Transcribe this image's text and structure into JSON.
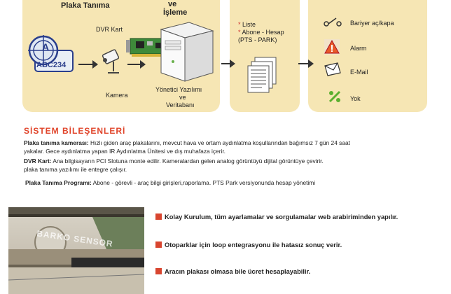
{
  "diagram": {
    "headings": {
      "plate": "Plaka Tanıma",
      "processing_top": "ve",
      "processing_bottom": "İşleme"
    },
    "labels": {
      "dvr_card": "DVR Kart",
      "camera": "Kamera",
      "software_1": "Yönetici Yazılımı",
      "software_2": "ve",
      "software_3": "Veritabanı"
    },
    "plate_text": "ABC234",
    "report_list": [
      "Liste",
      "Abone - Hesap",
      "(PTS - PARK)"
    ],
    "outputs": [
      {
        "icon": "barrier-icon",
        "label": "Bariyer aç/kapa"
      },
      {
        "icon": "alarm-icon",
        "label": "Alarm"
      },
      {
        "icon": "email-icon",
        "label": "E-Mail"
      },
      {
        "icon": "none-icon",
        "label": "Yok"
      }
    ]
  },
  "system": {
    "title": "SİSTEM BİLEŞENLERİ",
    "camera_title": "Plaka tanıma kamerası:",
    "camera_text_1": " Hızlı giden araç plakalarını, mevcut hava ve ortam aydınlatma koşullarından bağımsız 7 gün 24 saat",
    "camera_text_2": "yakalar. Gece aydınlatma yapan IR Aydınlatma Ünitesi ve dış muhafaza içerir.",
    "dvr_title": "DVR Kart:",
    "dvr_text_1": " Ana bilgisayarın PCI Slotuna monte edilir. Kameralardan gelen analog görüntüyü dijital görüntüye çevirir.",
    "dvr_text_2": "plaka tanıma yazılımı ile entegre çalışır.",
    "program_title": "Plaka Tanıma Programı:",
    "program_text": " Abone - görevli - araç bilgi girişleri,raporlama. PTS Park versiyonunda hesap yönetimi"
  },
  "features": [
    "Kolay Kurulum, tüm ayarlamalar ve sorgulamalar web arabiriminden yapılır.",
    "Otoparklar için loop  entegrasyonu ile hatasız sonuç verir.",
    "Aracın plakası olmasa bile ücret hesaplayabilir."
  ],
  "photo": {
    "watermark": "BARKO SENSOR"
  },
  "colors": {
    "panel": "#f6e6b4",
    "accent": "#e0442a",
    "bullet": "#d8452f"
  }
}
